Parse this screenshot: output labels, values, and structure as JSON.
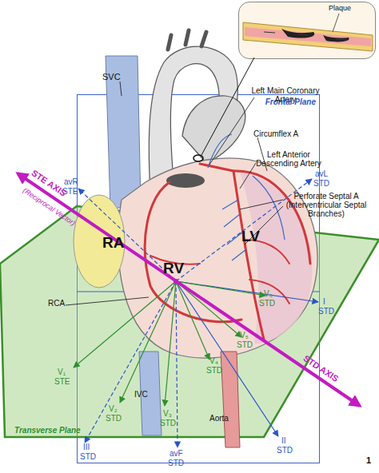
{
  "diagram": {
    "nodes": [
      {
        "text": [
          "Frontal Plane"
        ]
      },
      {
        "text": [
          "Transverse Plane"
        ]
      },
      {
        "text": [
          "Plaque"
        ]
      }
    ],
    "labels": [
      "SVC",
      "Left Main Coronary Artery",
      "Circumflex A",
      "Left Anterior Descending Artery",
      "Perforate Septal A (Interventricular Septal Branches)",
      "avR",
      "STE",
      "STE AXIS",
      "(Reciprocal Vector)",
      "RA",
      "RV",
      "LV",
      "avL",
      "STD",
      "RCA",
      "I",
      "STD",
      "V₆",
      "STD",
      "V₅",
      "STD",
      "V₄",
      "STD",
      "V₁",
      "STE",
      "V₂",
      "STD",
      "V₃",
      "STD",
      "IVC",
      "Aorta",
      "II",
      "STD",
      "STD AXIS",
      "III",
      "STD",
      "avF",
      "STD",
      "1"
    ]
  }
}
